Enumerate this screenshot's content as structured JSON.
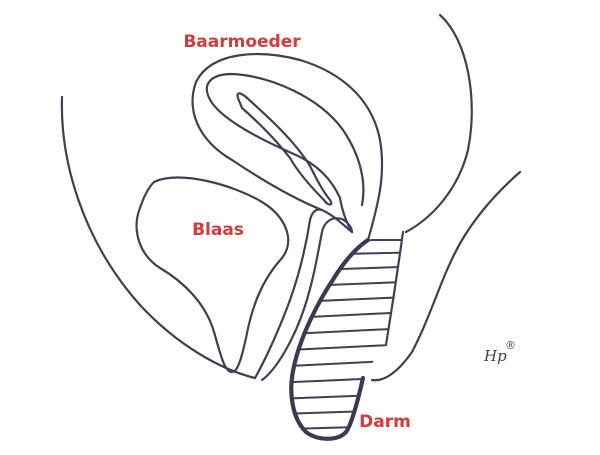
{
  "labels": {
    "uterus": "Baarmoeder",
    "bladder": "Blaas",
    "bowel": "Darm"
  },
  "signature": {
    "initials": "Hp",
    "mark": "®"
  },
  "colors": {
    "label": "#d63a3a",
    "outline": "#3f3f55",
    "signature": "#3f3f55"
  }
}
